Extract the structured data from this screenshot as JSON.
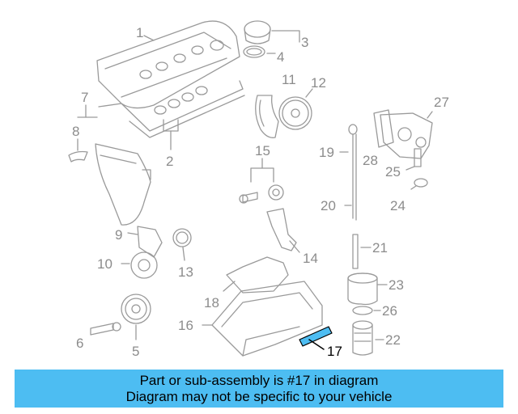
{
  "labels": [
    "1",
    "2",
    "3",
    "4",
    "5",
    "6",
    "7",
    "8",
    "9",
    "10",
    "11",
    "12",
    "13",
    "14",
    "15",
    "16",
    "17",
    "18",
    "19",
    "20",
    "21",
    "22",
    "23",
    "24",
    "25",
    "26",
    "27",
    "28"
  ],
  "highlighted_part": "17",
  "colors": {
    "line": "#9a9a9a",
    "highlight": "#4dbdf2",
    "banner": "#4dbdf2"
  },
  "banner": {
    "line1": "Part or sub-assembly is #17 in diagram",
    "line2": "Diagram may not be specific to your vehicle"
  }
}
